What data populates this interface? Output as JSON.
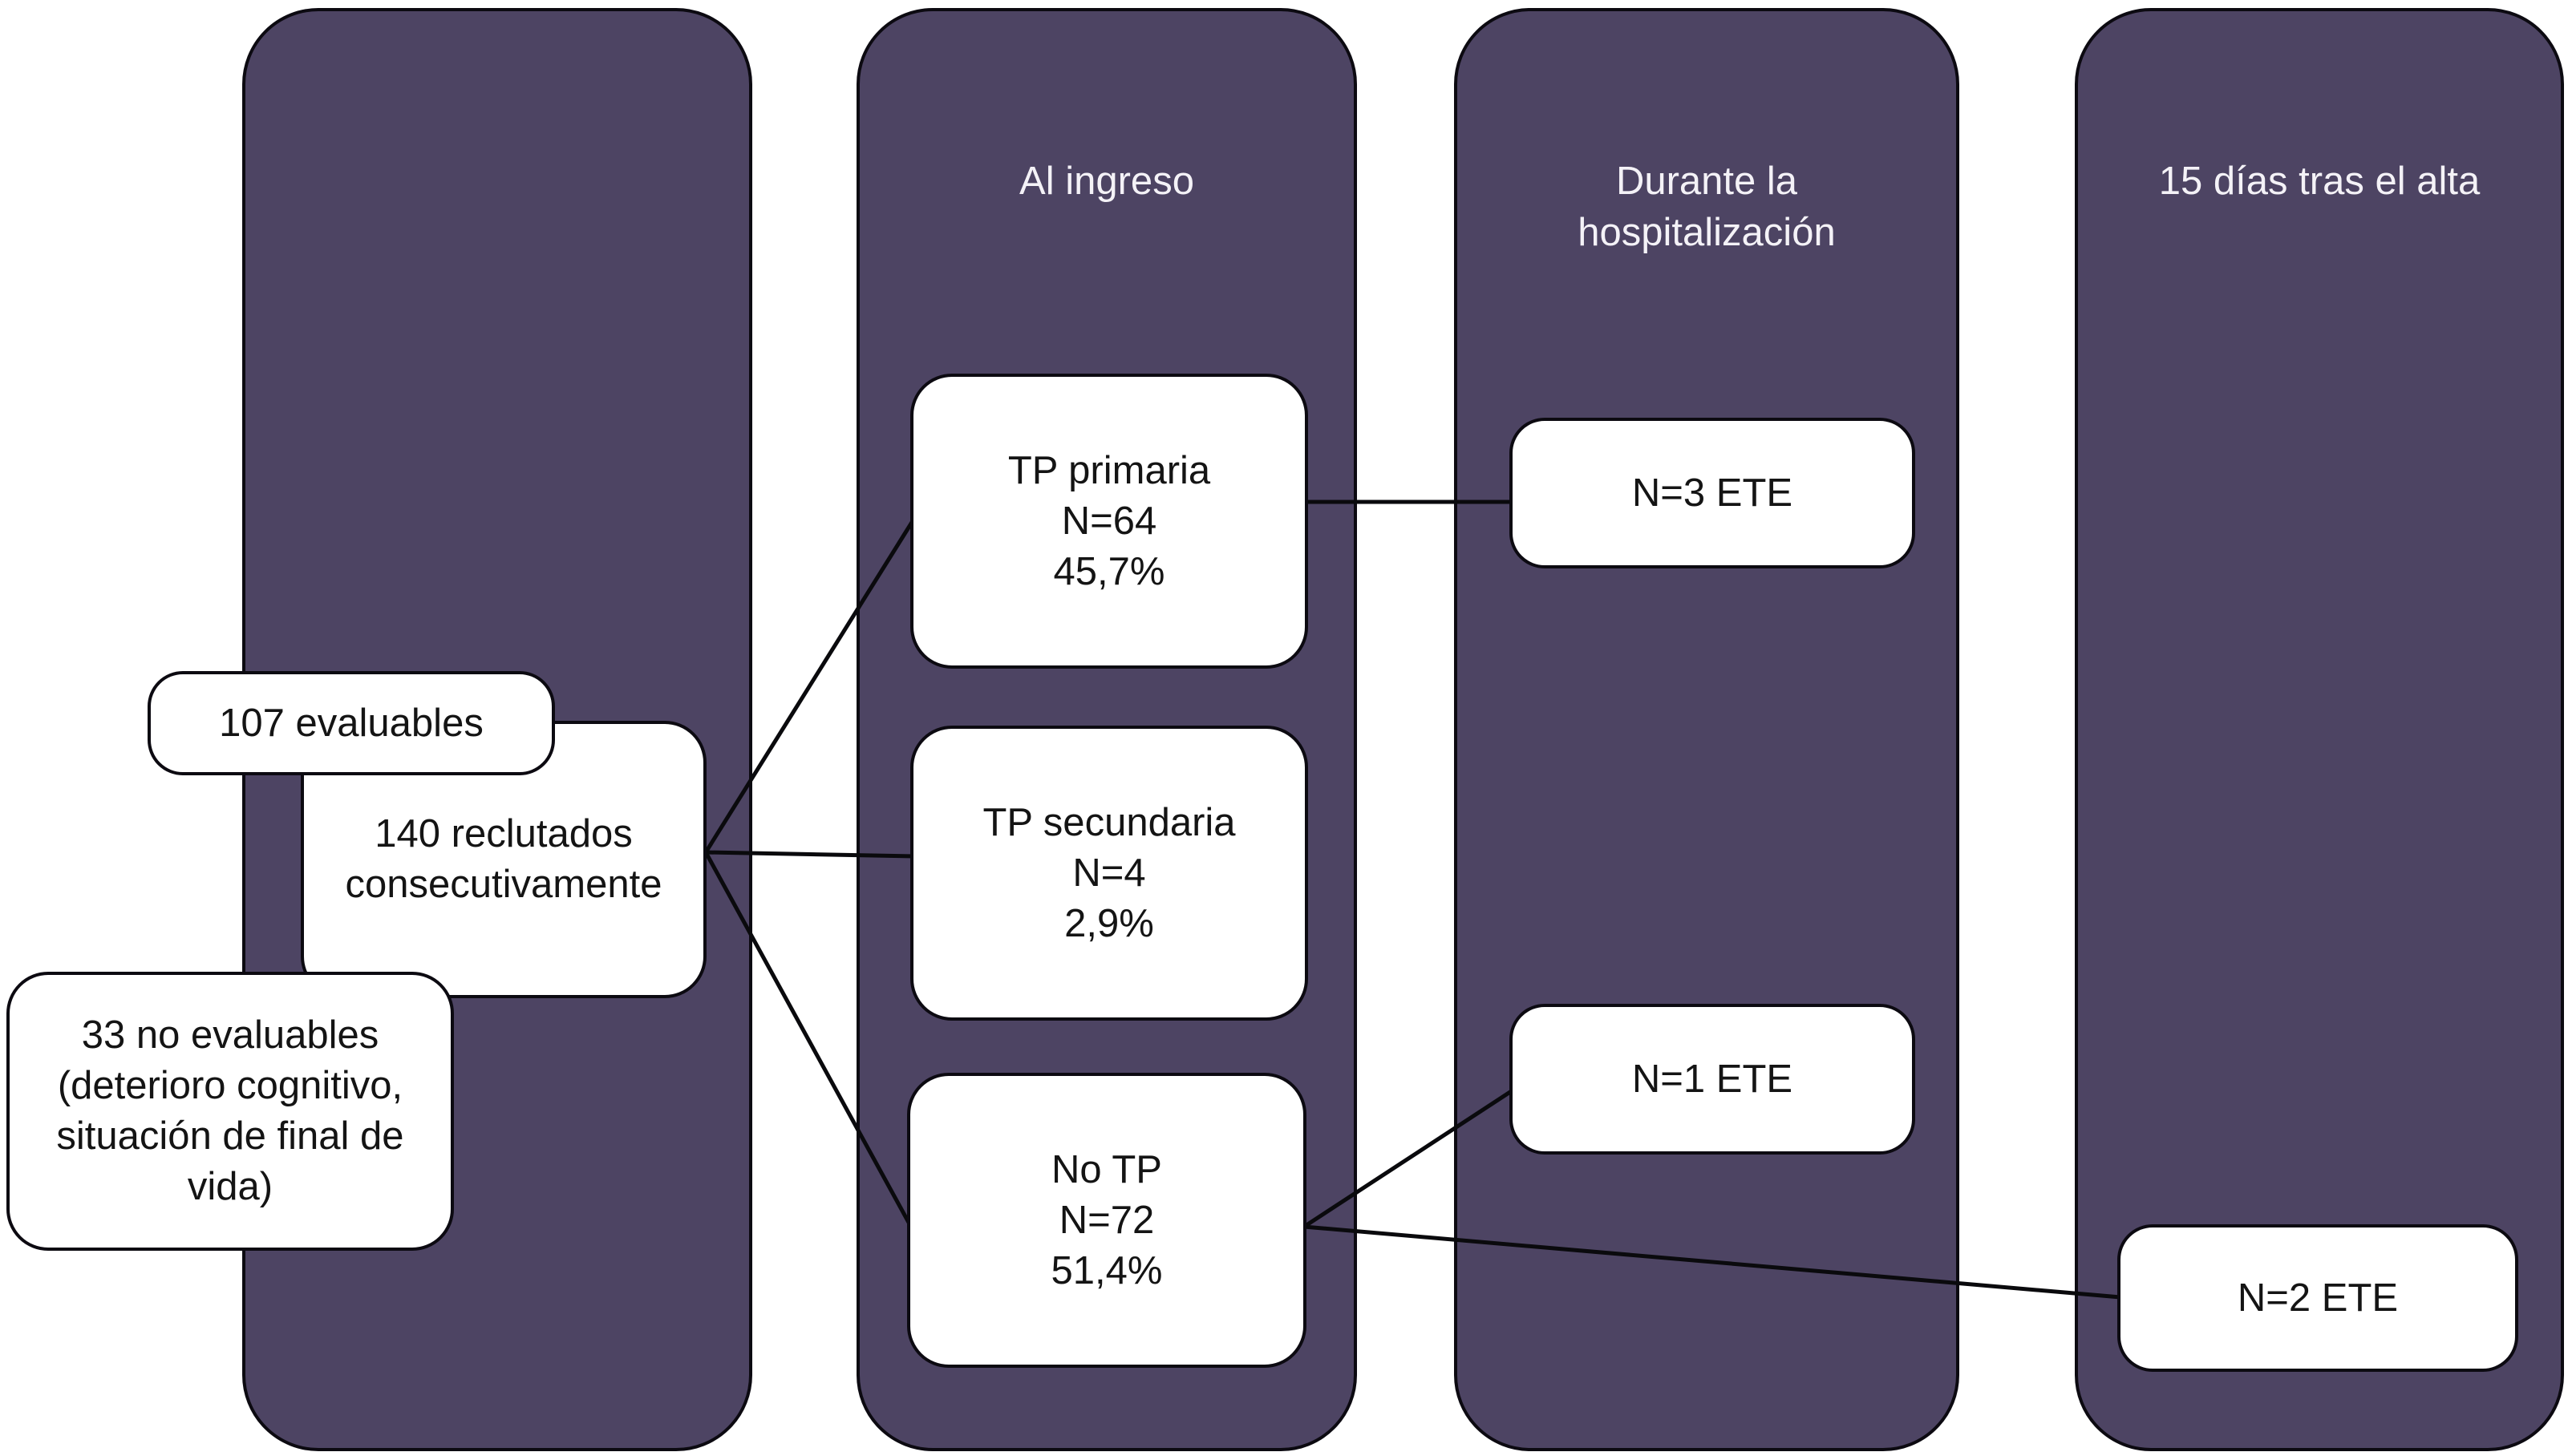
{
  "diagram": {
    "type": "study-flowchart",
    "columns": [
      {
        "id": "reclutamiento",
        "header": ""
      },
      {
        "id": "ingreso",
        "header": "Al ingreso"
      },
      {
        "id": "hospitalizacion",
        "header": "Durante la hospitalización"
      },
      {
        "id": "alta",
        "header": "15 días tras el alta"
      }
    ],
    "nodes": {
      "evaluables": {
        "lines": [
          "107 evaluables"
        ]
      },
      "reclutados": {
        "lines": [
          "140 reclutados",
          "consecutivamente"
        ]
      },
      "no_evaluables": {
        "lines": [
          "33 no evaluables",
          "(deterioro cognitivo,",
          "situación de final de",
          "vida)"
        ]
      },
      "tp_primaria": {
        "lines": [
          "TP primaria",
          "N=64",
          "45,7%"
        ]
      },
      "tp_secundaria": {
        "lines": [
          "TP secundaria",
          "N=4",
          "2,9%"
        ]
      },
      "no_tp": {
        "lines": [
          "No TP",
          "N=72",
          "51,4%"
        ]
      },
      "ete_ingreso": {
        "lines": [
          "N=3 ETE"
        ]
      },
      "ete_hosp": {
        "lines": [
          "N=1 ETE"
        ]
      },
      "ete_alta": {
        "lines": [
          "N=2 ETE"
        ]
      }
    },
    "connections": [
      {
        "from": "reclutados",
        "to": "tp_primaria"
      },
      {
        "from": "reclutados",
        "to": "tp_secundaria"
      },
      {
        "from": "reclutados",
        "to": "no_tp"
      },
      {
        "from": "tp_primaria",
        "to": "ete_ingreso"
      },
      {
        "from": "no_tp",
        "to": "ete_hosp"
      },
      {
        "from": "no_tp",
        "to": "ete_alta"
      }
    ],
    "colors": {
      "column_fill": "#4d4463",
      "outline": "#0c0a11",
      "box_fill": "#ffffff",
      "header_text": "#f4f2f7",
      "box_text": "#141414"
    }
  }
}
